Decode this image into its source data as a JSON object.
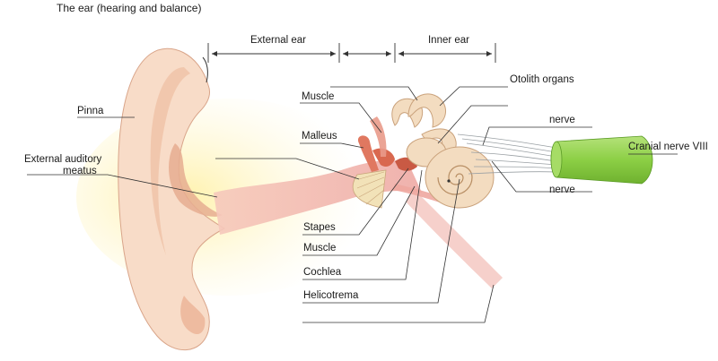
{
  "title": "The ear (hearing and balance)",
  "sections": {
    "external": "External ear",
    "inner": "Inner ear"
  },
  "labels": {
    "pinna": "Pinna",
    "meatus_line1": "External auditory",
    "meatus_line2": "meatus",
    "muscle_top": "Muscle",
    "malleus": "Malleus",
    "stapes": "Stapes",
    "muscle_bottom": "Muscle",
    "cochlea": "Cochlea",
    "helicotrema": "Helicotrema",
    "otolith": "Otolith organs",
    "nerve_top": "nerve",
    "cranial": "Cranial nerve VIII",
    "nerve_bottom": "nerve"
  },
  "colors": {
    "skin": "#f8dcc8",
    "skin_shadow": "#e9b89c",
    "canal": "#f1b8b0",
    "glow": "#fff3b0",
    "bone": "#f3dcc0",
    "nerve_green": "#8ccf45",
    "ossicle": "#e07860",
    "line": "#333333"
  }
}
